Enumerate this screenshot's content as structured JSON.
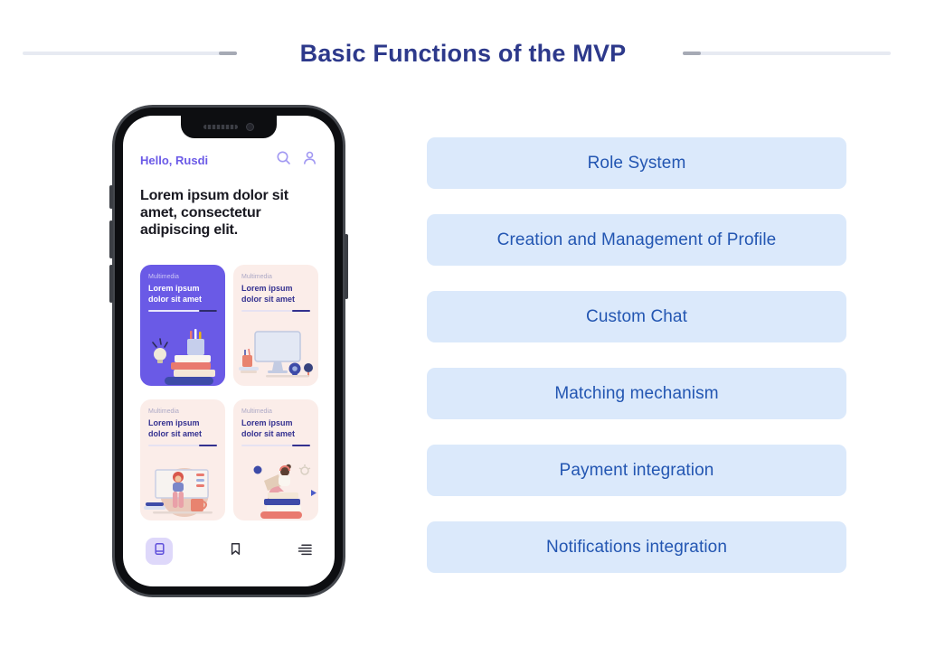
{
  "page": {
    "title": "Basic Functions of the MVP",
    "title_color": "#2D398B",
    "background": "#FFFFFF"
  },
  "phone": {
    "greeting": "Hello, Rusdi",
    "header_icons": [
      "search-icon",
      "profile-icon"
    ],
    "headline": "Lorem ipsum dolor sit amet, consectetur adipiscing elit.",
    "cards": [
      {
        "label": "Multimedia",
        "title": "Lorem ipsum dolor sit amet",
        "theme": "purple",
        "illustration": "lightbulb-pencil-cup-on-books"
      },
      {
        "label": "Multimedia",
        "title": "Lorem ipsum dolor sit amet",
        "theme": "pink",
        "illustration": "desktop-computer-webcam-mic"
      },
      {
        "label": "Multimedia",
        "title": "Lorem ipsum dolor sit amet",
        "theme": "pink",
        "illustration": "woman-at-monitor-in-circle"
      },
      {
        "label": "Multimedia",
        "title": "Lorem ipsum dolor sit amet",
        "theme": "pink",
        "illustration": "woman-with-laptop-on-book-stack"
      }
    ],
    "bottom_nav": [
      {
        "icon": "book-icon",
        "active": true
      },
      {
        "icon": "bookmark-icon",
        "active": false
      },
      {
        "icon": "menu-icon",
        "active": false
      }
    ]
  },
  "features": {
    "items": [
      "Role System",
      "Creation and Management of Profile",
      "Custom Chat",
      "Matching mechanism",
      "Payment integration",
      "Notifications integration"
    ],
    "button_bg": "#DBE9FB",
    "text_color": "#2356B2"
  },
  "colors": {
    "accent_purple": "#6A5AE6",
    "card_pink": "#FBEDE9",
    "card_title_indigo": "#343190",
    "greeting_purple": "#6B5AE7",
    "divider_light": "#E7EAF2",
    "divider_dark": "#A6AAB5"
  }
}
